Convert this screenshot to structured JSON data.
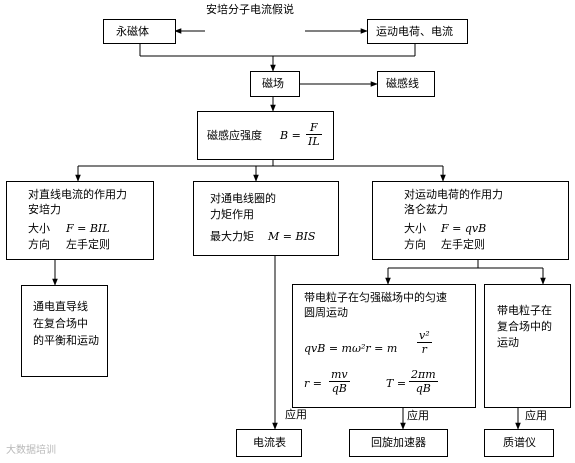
{
  "title": "安培分子电流假说",
  "nodes": {
    "permanent_magnet": "永磁体",
    "moving_charge_current": "运动电荷、电流",
    "magnetic_field": "磁场",
    "field_lines": "磁感线",
    "induction": {
      "label": "磁感应强度",
      "lhs": "B =",
      "num": "F",
      "den": "IL"
    },
    "straight_wire": {
      "title": "对直线电流的作用力",
      "subtitle": "安培力",
      "size_label": "大小",
      "size_formula": "F = BIL",
      "dir_label": "方向",
      "dir_rule": "左手定则"
    },
    "coil": {
      "title": "对通电线圈的",
      "subtitle": "力矩作用",
      "max_label": "最大力矩",
      "max_formula": "M = BIS"
    },
    "moving_charge": {
      "title": "对运动电荷的作用力",
      "subtitle": "洛仑兹力",
      "size_label": "大小",
      "size_formula": "F = qvB",
      "dir_label": "方向",
      "dir_rule": "左手定则"
    },
    "wire_balance": {
      "line1": "通电直导线",
      "line2": "在复合场中",
      "line3": "的平衡和运动"
    },
    "uniform_circular": {
      "line1": "带电粒子在匀强磁场中的匀速",
      "line2": "圆周运动",
      "eq1_a": "qvB = mω²r = m",
      "eq1_num": "v²",
      "eq1_den": "r",
      "eq2_lhs": "r =",
      "eq2_num": "mv",
      "eq2_den": "qB",
      "eq3_lhs": "T =",
      "eq3_num": "2πm",
      "eq3_den": "qB"
    },
    "compound_field": {
      "line1": "带电粒子在",
      "line2": "复合场中的",
      "line3": "运动"
    },
    "ammeter": "电流表",
    "cyclotron": "回旋加速器",
    "mass_spectrometer": "质谱仪"
  },
  "edge_labels": {
    "apply1": "应用",
    "apply2": "应用",
    "apply3": "应用"
  },
  "watermark": "大数据培训"
}
